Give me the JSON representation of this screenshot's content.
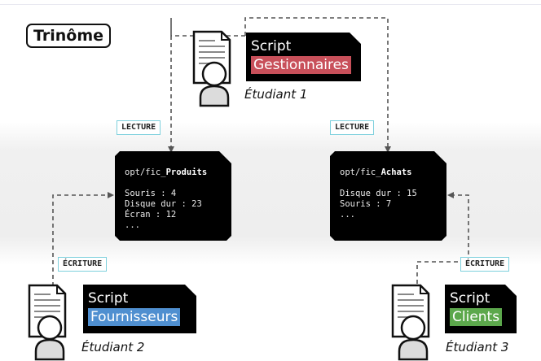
{
  "title": "Trinôme",
  "labels": {
    "lecture": "LECTURE",
    "ecriture": "ÉCRITURE"
  },
  "files": [
    {
      "prefix": "opt/fic_",
      "name": "Produits",
      "lines": [
        "Souris : 4",
        "Disque dur : 23",
        "Écran : 12",
        "..."
      ]
    },
    {
      "prefix": "opt/fic_",
      "name": "Achats",
      "lines": [
        "Disque dur : 15",
        "Souris : 7",
        "..."
      ]
    }
  ],
  "scripts": [
    {
      "keyword": "Script",
      "name": "Gestionnaires",
      "color": "#c8505a",
      "student": "Étudiant 1"
    },
    {
      "keyword": "Script",
      "name": "Fournisseurs",
      "color": "#4f8fd0",
      "student": "Étudiant 2"
    },
    {
      "keyword": "Script",
      "name": "Clients",
      "color": "#5ca84c",
      "student": "Étudiant 3"
    }
  ],
  "colors": {
    "wire": "#555555",
    "label_border": "#7ed0dd",
    "card": "#000000"
  }
}
